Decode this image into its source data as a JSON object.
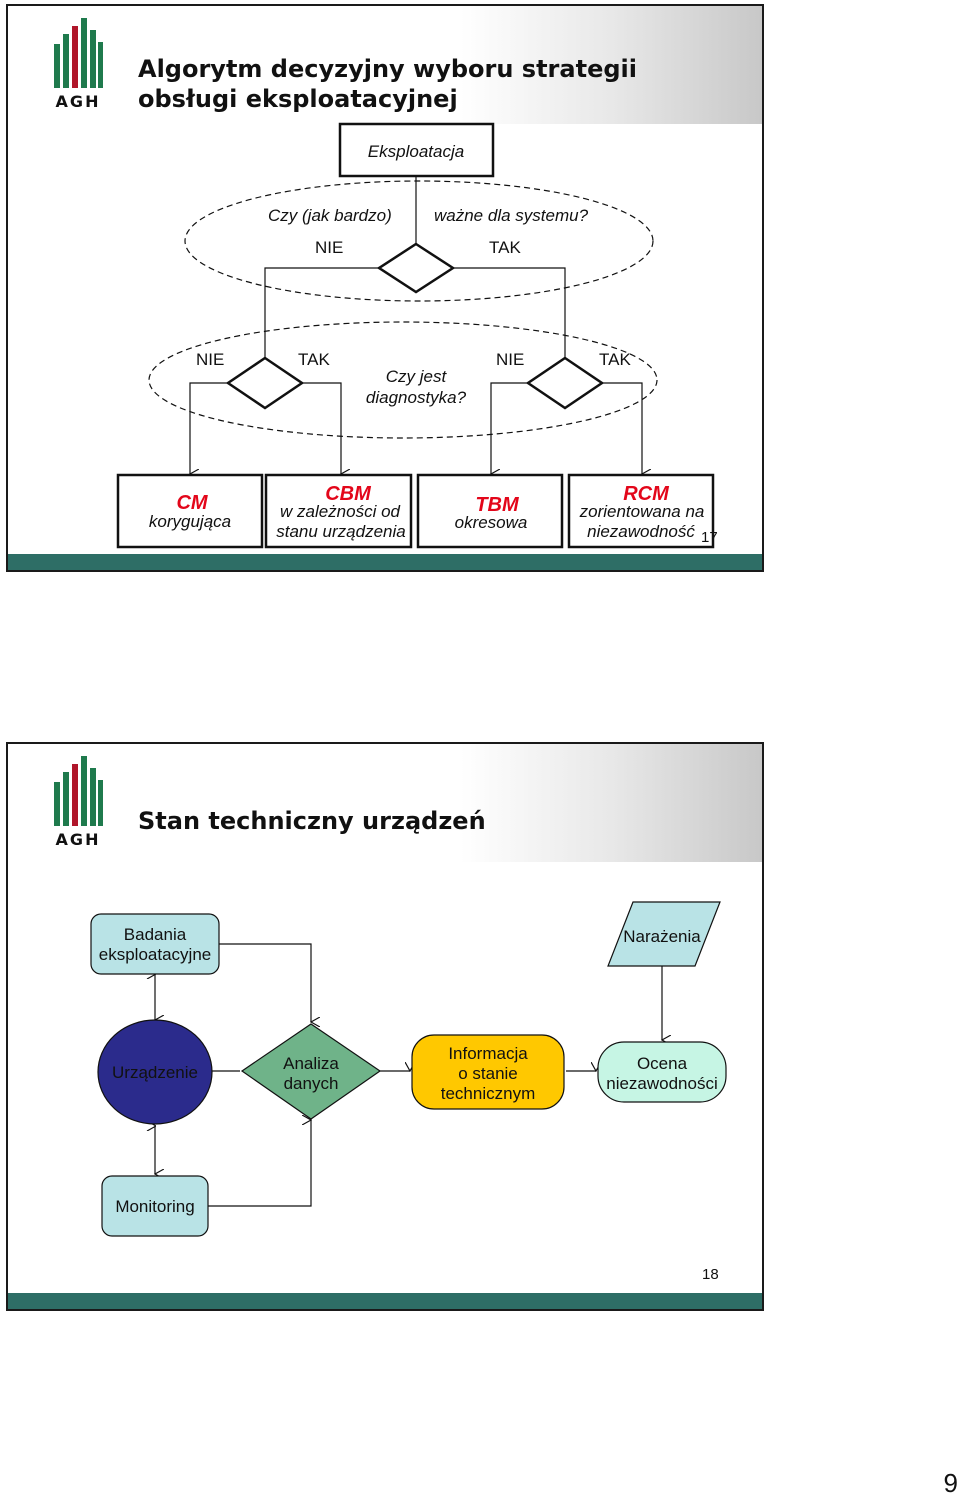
{
  "logo": {
    "text": "AGH"
  },
  "slide1": {
    "title_line1": "Algorytm decyzyjny wyboru strategii",
    "title_line2": "obsługi eksploatacyjnej",
    "top_box": "Eksploatacja",
    "question1_a": "Czy (jak bardzo)",
    "question1_b": "ważne dla systemu?",
    "q1_no": "NIE",
    "q1_yes": "TAK",
    "left_no": "NIE",
    "left_yes": "TAK",
    "question2_line1": "Czy jest",
    "question2_line2": "diagnostyka?",
    "right_no": "NIE",
    "right_yes": "TAK",
    "strategies": [
      {
        "code": "CM",
        "desc_line1": "korygująca",
        "desc_line2": ""
      },
      {
        "code": "CBM",
        "desc_line1": "w zależności od",
        "desc_line2": "stanu urządzenia"
      },
      {
        "code": "TBM",
        "desc_line1": "okresowa",
        "desc_line2": ""
      },
      {
        "code": "RCM",
        "desc_line1": "zorientowana na",
        "desc_line2": "niezawodność"
      }
    ],
    "page_number": "17"
  },
  "slide2": {
    "title": "Stan techniczny urządzeń",
    "badania_line1": "Badania",
    "badania_line2": "eksploatacyjne",
    "narazenia": "Narażenia",
    "urzadzenie": "Urządzenie",
    "analiza_line1": "Analiza",
    "analiza_line2": "danych",
    "informacja_line1": "Informacja",
    "informacja_line2": "o stanie",
    "informacja_line3": "technicznym",
    "ocena_line1": "Ocena",
    "ocena_line2": "niezawodności",
    "monitoring": "Monitoring",
    "page_number": "18"
  },
  "colors": {
    "footer": "#2e6e66",
    "logo_green": "#1f7a4d",
    "logo_red": "#b0162a",
    "light_blue": "#b9e3e6",
    "dark_blue": "#2b2b8c",
    "green": "#6fb389",
    "yellow": "#ffc800",
    "mint": "#c6f5e4",
    "red_text": "#e3061a"
  },
  "sheet_number": "9"
}
